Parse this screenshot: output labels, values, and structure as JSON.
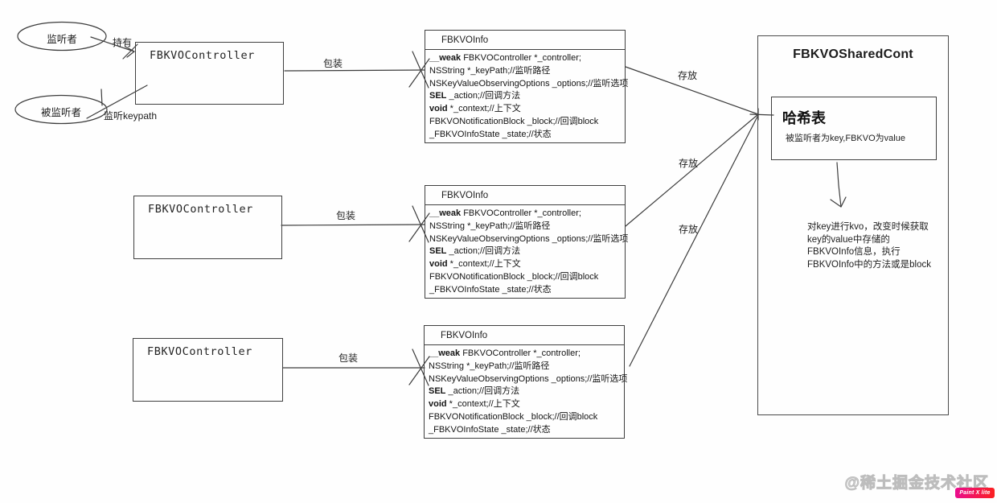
{
  "diagram": {
    "listener": {
      "label": "监听者"
    },
    "observed": {
      "label": "被监听者"
    },
    "controller_label": "FBKVOController",
    "info": {
      "title": "FBKVOInfo",
      "fields": [
        {
          "b": "__weak",
          "t": " FBKVOController *_controller;"
        },
        {
          "b": "",
          "t": "NSString *_keyPath;//监听路径"
        },
        {
          "b": "",
          "t": "NSKeyValueObservingOptions _options;//监听选项"
        },
        {
          "b": "SEL",
          "t": " _action;//回调方法"
        },
        {
          "b": "void",
          "t": " *_context;//上下文"
        },
        {
          "b": "",
          "t": "FBKVONotificationBlock _block;//回调block"
        },
        {
          "b": "",
          "t": "_FBKVOInfoState _state;//状态"
        }
      ]
    },
    "shared": {
      "title": "FBKVOSharedCont",
      "hash_title": "哈希表",
      "hash_subtitle": "被监听者为key,FBKVO为value",
      "note_lines": [
        "对key进行kvo，改变时候获取",
        "key的value中存储的",
        "FBKVOInfo信息，执行",
        "FBKVOInfo中的方法或是block"
      ]
    },
    "edge_labels": {
      "hold": "持有",
      "watch_keypath": "监听keypath",
      "wrap": "包装",
      "store": "存放"
    }
  },
  "watermark": {
    "community": "@稀土掘金技术社区",
    "badge": "Paint X lite"
  },
  "colors": {
    "stroke": "#3c3c3c",
    "watermark_gray": "#c9c9c9",
    "badge_from": "#ea0c8e",
    "badge_to": "#fb2020"
  }
}
